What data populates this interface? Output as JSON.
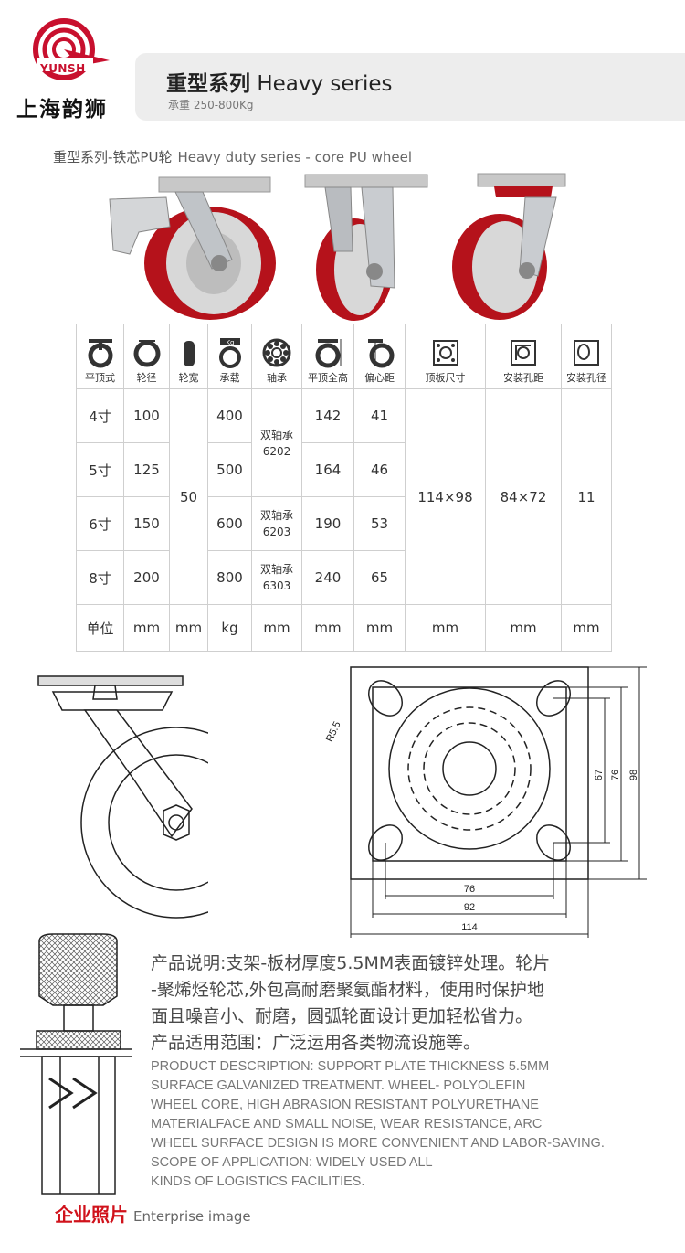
{
  "brand": {
    "logo_text": "YUNSH",
    "company_cn": "上海韵狮",
    "accent": "#c8102e"
  },
  "banner": {
    "title_cn": "重型系列",
    "title_en": "Heavy series",
    "subtitle": "承重 250-800Kg"
  },
  "section": {
    "title_cn": "重型系列-铁芯PU轮",
    "title_en": "Heavy duty series - core PU wheel"
  },
  "table": {
    "headers": [
      "平顶式",
      "轮径",
      "轮宽",
      "承载",
      "轴承",
      "平顶全高",
      "偏心距",
      "顶板尺寸",
      "安装孔距",
      "安装孔径"
    ],
    "header_icons": [
      "caster-flat-top-icon",
      "wheel-diameter-icon",
      "wheel-width-icon",
      "load-capacity-icon",
      "bearing-icon",
      "total-height-icon",
      "eccentric-distance-icon",
      "top-plate-size-icon",
      "mounting-hole-spacing-icon",
      "mounting-hole-diameter-icon"
    ],
    "load_icon_label": "Kg",
    "rows": [
      {
        "size": "4寸",
        "diameter": "100",
        "load": "400",
        "height": "142",
        "offset": "41"
      },
      {
        "size": "5寸",
        "diameter": "125",
        "load": "500",
        "height": "164",
        "offset": "46"
      },
      {
        "size": "6寸",
        "diameter": "150",
        "load": "600",
        "height": "190",
        "offset": "53"
      },
      {
        "size": "8寸",
        "diameter": "200",
        "load": "800",
        "height": "240",
        "offset": "65"
      }
    ],
    "width_value": "50",
    "bearings": [
      {
        "type": "双轴承",
        "model": "6202"
      },
      {
        "type": "双轴承",
        "model": "6203"
      },
      {
        "type": "双轴承",
        "model": "6303"
      }
    ],
    "plate_size": "114×98",
    "hole_spacing": "84×72",
    "hole_diameter": "11",
    "units": [
      "单位",
      "mm",
      "mm",
      "kg",
      "mm",
      "mm",
      "mm",
      "mm",
      "mm",
      "mm"
    ]
  },
  "drawing": {
    "radius_label": "R5.5",
    "dim_76": "76",
    "dim_92": "92",
    "dim_114": "114",
    "dim_67": "67",
    "dim_76v": "76",
    "dim_98": "98"
  },
  "description": {
    "cn_lines": [
      "产品说明:支架-板材厚度5.5MM表面镀锌处理。轮片",
      "-聚烯烃轮芯,外包高耐磨聚氨酯材料，使用时保护地",
      "面且噪音小、耐磨，圆弧轮面设计更加轻松省力。",
      "产品适用范围：广泛运用各类物流设施等。"
    ],
    "en_lines": [
      "PRODUCT DESCRIPTION: SUPPORT PLATE THICKNESS 5.5MM",
      "SURFACE GALVANIZED TREATMENT. WHEEL- POLYOLEFIN",
      "WHEEL CORE, HIGH ABRASION RESISTANT POLYURETHANE",
      "MATERIALFACE AND SMALL NOISE, WEAR RESISTANCE, ARC",
      "WHEEL SURFACE DESIGN IS MORE CONVENIENT AND LABOR-SAVING.",
      "SCOPE OF APPLICATION: WIDELY USED ALL",
      "KINDS OF LOGISTICS FACILITIES."
    ]
  },
  "enterprise": {
    "title_cn": "企业照片",
    "title_en": "Enterprise image"
  },
  "colors": {
    "wheel_red": "#b5121b",
    "table_border": "#cfcfcf",
    "banner_bg": "#ededed"
  }
}
